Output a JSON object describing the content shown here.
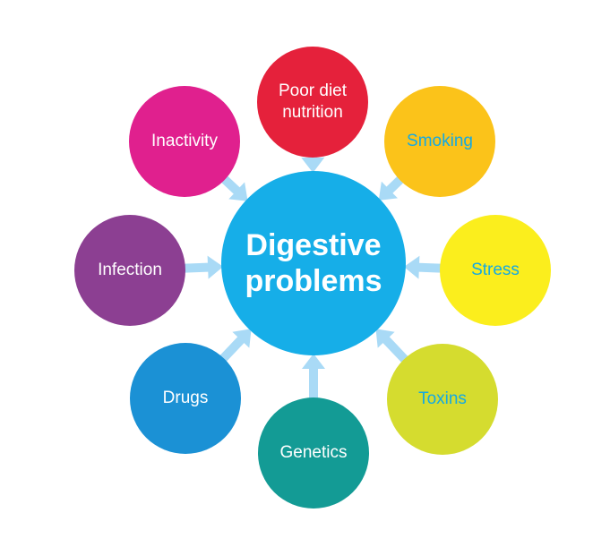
{
  "center": {
    "label": "Digestive\nproblems",
    "color": "#16aee8",
    "text_color": "#ffffff"
  },
  "arrow_color": "#a9daf6",
  "factors": [
    {
      "label": "Poor diet\nnutrition",
      "color": "#e5213b",
      "text_color": "#ffffff"
    },
    {
      "label": "Smoking",
      "color": "#fbc31a",
      "text_color": "#14a9e3"
    },
    {
      "label": "Stress",
      "color": "#fbee1d",
      "text_color": "#14a9e3"
    },
    {
      "label": "Toxins",
      "color": "#d5dc2f",
      "text_color": "#14a9e3"
    },
    {
      "label": "Genetics",
      "color": "#139b95",
      "text_color": "#ffffff"
    },
    {
      "label": "Drugs",
      "color": "#1b91d5",
      "text_color": "#ffffff"
    },
    {
      "label": "Infection",
      "color": "#8c3f92",
      "text_color": "#ffffff"
    },
    {
      "label": "Inactivity",
      "color": "#e0208e",
      "text_color": "#ffffff"
    }
  ]
}
